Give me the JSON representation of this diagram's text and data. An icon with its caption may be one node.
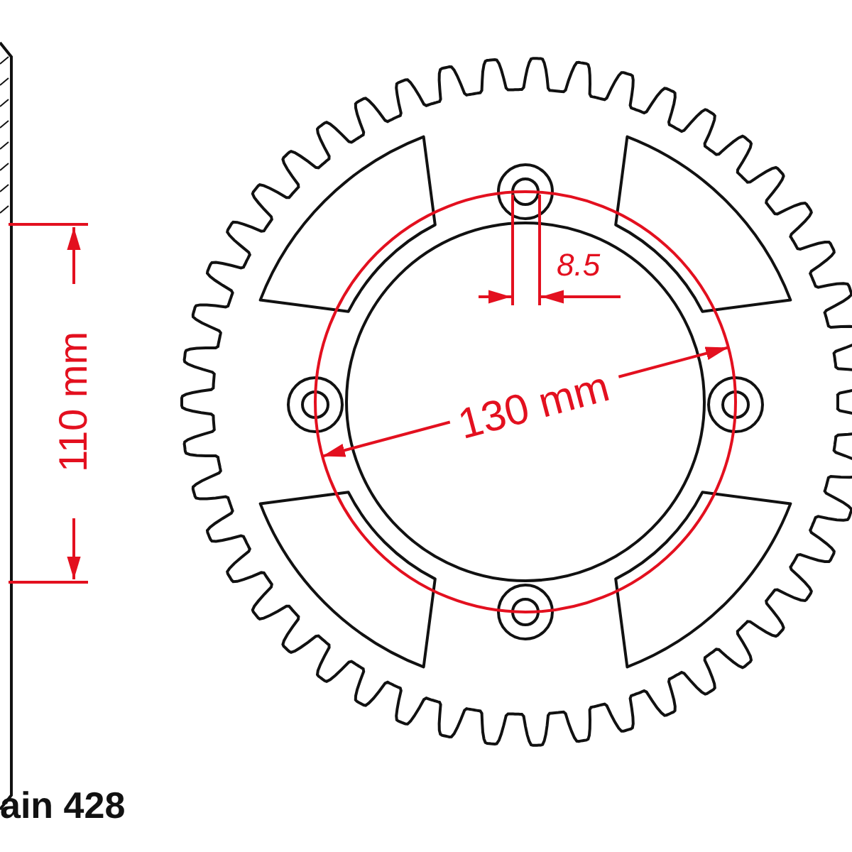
{
  "diagram": {
    "labels": [
      "110 mm",
      "8.5",
      "130 mm",
      "ain 428"
    ]
  }
}
